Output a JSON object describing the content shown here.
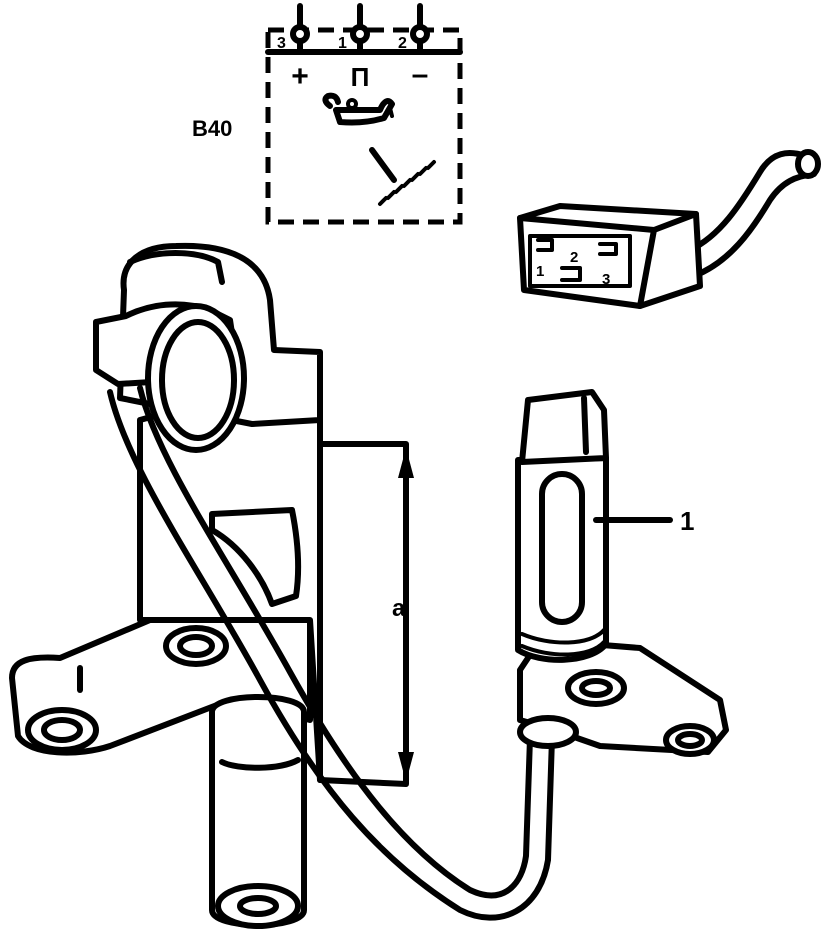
{
  "schematic": {
    "component_label": "B40",
    "pins": [
      {
        "number": "3",
        "symbol": "+"
      },
      {
        "number": "1",
        "symbol": "Π"
      },
      {
        "number": "2",
        "symbol": "–"
      }
    ]
  },
  "connector": {
    "pins": [
      "1",
      "2",
      "3"
    ]
  },
  "callouts": {
    "part_number": "1",
    "dimension_label": "a"
  }
}
